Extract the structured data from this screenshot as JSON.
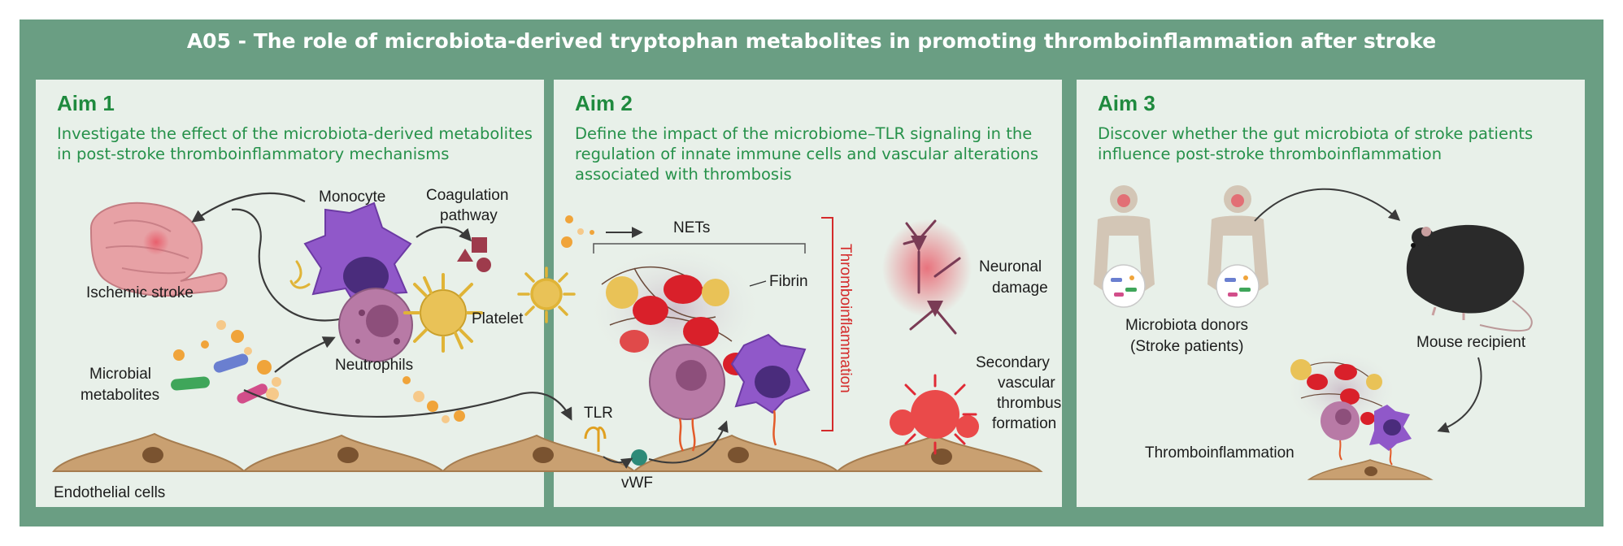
{
  "title": "A05 - The role of microbiota-derived tryptophan metabolites in promoting thromboinflammation after stroke",
  "aims": [
    {
      "title": "Aim 1",
      "text": "Investigate the effect of the microbiota-derived metabolites in post-stroke thromboinflammatory mechanisms"
    },
    {
      "title": "Aim 2",
      "text": "Define the impact of the microbiome–TLR signaling in the regulation of innate immune cells and vascular alterations associated with thrombosis"
    },
    {
      "title": "Aim 3",
      "text": "Discover whether the gut microbiota of stroke patients influence post-stroke thromboinflammation"
    }
  ],
  "labels": {
    "monocyte": "Monocyte",
    "coagulation_1": "Coagulation",
    "coagulation_2": "pathway",
    "ischemic_stroke": "Ischemic stroke",
    "platelet": "Platelet",
    "neutrophils": "Neutrophils",
    "microbial_1": "Microbial",
    "microbial_2": "metabolites",
    "endothelial": "Endothelial cells",
    "nets": "NETs",
    "fibrin": "Fibrin",
    "thromboinflammation_vertical": "Thromboinflammation",
    "tlr": "TLR",
    "vwf": "vWF",
    "neuronal_1": "Neuronal",
    "neuronal_2": "damage",
    "secondary_1": "Secondary",
    "secondary_2": "vascular",
    "secondary_3": "thrombus",
    "secondary_4": "formation",
    "donors_1": "Microbiota donors",
    "donors_2": "(Stroke patients)",
    "mouse": "Mouse recipient",
    "thromboinflammation": "Thromboinflammation"
  },
  "colors": {
    "frame": "#6a9e83",
    "panel": "#e8f0e9",
    "aim_green": "#1f8a3e",
    "thrombo_red": "#d42b2b",
    "monocyte": "#8c4fc4",
    "neutrophil": "#b87aa6",
    "platelet": "#e0b437",
    "rbc": "#d9202a",
    "endothelium": "#c9a071"
  }
}
